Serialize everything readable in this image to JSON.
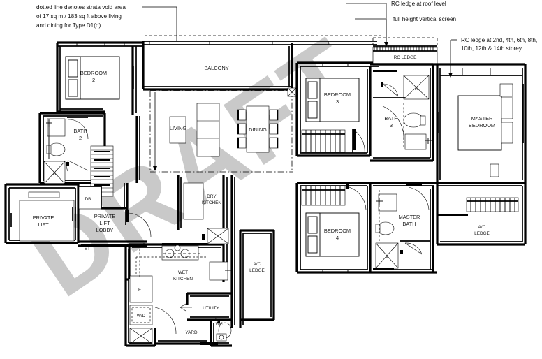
{
  "document": {
    "type": "floor-plan",
    "watermark": "DRAFT",
    "watermark_color": "#c9c9c9",
    "line_color": "#000000",
    "background_color": "#ffffff"
  },
  "annotations": [
    {
      "id": "strata-void-note",
      "lines": [
        "dotted line denotes strata void area",
        "of 17 sq m / 183 sq ft above living",
        "and dining for Type D1(d)"
      ]
    },
    {
      "id": "rc-ledge-roof-note",
      "lines": [
        "RC ledge at roof level"
      ]
    },
    {
      "id": "vertical-screen-note",
      "lines": [
        "full height vertical screen"
      ]
    },
    {
      "id": "rc-ledge-storey-note",
      "lines": [
        "RC ledge at 2nd, 4th, 6th, 8th,",
        "10th, 12th & 14th storey"
      ]
    }
  ],
  "rooms": [
    {
      "id": "bedroom-2",
      "label_line1": "BEDROOM",
      "label_line2": "2"
    },
    {
      "id": "bath-2",
      "label_line1": "BATH",
      "label_line2": "2"
    },
    {
      "id": "balcony",
      "label_line1": "BALCONY",
      "label_line2": ""
    },
    {
      "id": "living",
      "label_line1": "LIVING",
      "label_line2": ""
    },
    {
      "id": "dining",
      "label_line1": "DINING",
      "label_line2": ""
    },
    {
      "id": "bedroom-3",
      "label_line1": "BEDROOM",
      "label_line2": "3"
    },
    {
      "id": "bath-3",
      "label_line1": "BATH",
      "label_line2": "3"
    },
    {
      "id": "rc-ledge",
      "label_line1": "RC LEDGE",
      "label_line2": ""
    },
    {
      "id": "master-bedroom",
      "label_line1": "MASTER",
      "label_line2": "BEDROOM"
    },
    {
      "id": "private-lift",
      "label_line1": "PRIVATE",
      "label_line2": "LIFT"
    },
    {
      "id": "private-lift-lobby",
      "label_line1": "PRIVATE",
      "label_line2": "LIFT",
      "label_line3": "LOBBY"
    },
    {
      "id": "db-cupboard",
      "label_line1": "DB",
      "label_line2": ""
    },
    {
      "id": "store",
      "label_line1": "ST",
      "label_line2": ""
    },
    {
      "id": "dry-kitchen",
      "label_line1": "DRY",
      "label_line2": "KITCHEN"
    },
    {
      "id": "wet-kitchen",
      "label_line1": "WET",
      "label_line2": "KITCHEN"
    },
    {
      "id": "fridge",
      "label_line1": "F",
      "label_line2": ""
    },
    {
      "id": "washer-dryer",
      "label_line1": "W/D",
      "label_line2": ""
    },
    {
      "id": "utility",
      "label_line1": "UTILITY",
      "label_line2": ""
    },
    {
      "id": "yard",
      "label_line1": "YARD",
      "label_line2": ""
    },
    {
      "id": "wc",
      "label_line1": "WC",
      "label_line2": ""
    },
    {
      "id": "ac-ledge-lower",
      "label_line1": "A/C",
      "label_line2": "LEDGE"
    },
    {
      "id": "bedroom-4",
      "label_line1": "BEDROOM",
      "label_line2": "4"
    },
    {
      "id": "master-bath",
      "label_line1": "MASTER",
      "label_line2": "BATH"
    },
    {
      "id": "ac-ledge-right",
      "label_line1": "A/C",
      "label_line2": "LEDGE"
    }
  ],
  "fixture_marks": [
    {
      "id": "shower-bath-2",
      "glyph": "X"
    },
    {
      "id": "shower-bath-3",
      "glyph": "X"
    },
    {
      "id": "shower-master-bath",
      "glyph": "X"
    }
  ]
}
